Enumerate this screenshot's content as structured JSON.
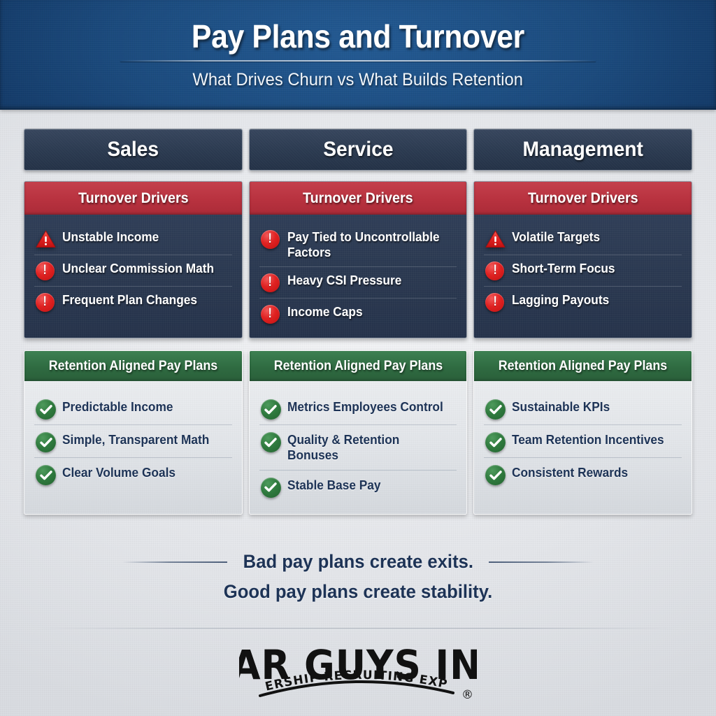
{
  "header": {
    "title": "Pay Plans and Turnover",
    "subtitle": "What Drives Churn vs What Builds Retention"
  },
  "colors": {
    "header_blue": "#1b4a7d",
    "column_header_navy": "#2b3a50",
    "turnover_red": "#b8323f",
    "turnover_body_navy": "#2a3850",
    "retention_green": "#2f6b41",
    "retention_body_gray": "#e3e6ea",
    "body_text_navy": "#1d3356",
    "warning_icon_red": "#e02222",
    "check_icon_green": "#2f7a3e"
  },
  "columns": [
    {
      "name": "Sales",
      "turnover": {
        "band_label": "Turnover Drivers",
        "items": [
          {
            "icon": "warning-triangle-icon",
            "label": "Unstable Income"
          },
          {
            "icon": "exclamation-circle-icon",
            "label": "Unclear Commission Math"
          },
          {
            "icon": "exclamation-circle-icon",
            "label": "Frequent Plan Changes"
          }
        ]
      },
      "retention": {
        "band_label": "Retention Aligned Pay Plans",
        "items": [
          {
            "icon": "check-circle-icon",
            "label": "Predictable Income"
          },
          {
            "icon": "check-circle-icon",
            "label": "Simple, Transparent Math"
          },
          {
            "icon": "check-circle-icon",
            "label": "Clear Volume Goals"
          }
        ]
      }
    },
    {
      "name": "Service",
      "turnover": {
        "band_label": "Turnover Drivers",
        "items": [
          {
            "icon": "exclamation-circle-icon",
            "label": "Pay Tied to Uncontrollable Factors"
          },
          {
            "icon": "exclamation-circle-icon",
            "label": "Heavy CSI Pressure"
          },
          {
            "icon": "exclamation-circle-icon",
            "label": "Income Caps"
          }
        ]
      },
      "retention": {
        "band_label": "Retention Aligned Pay Plans",
        "items": [
          {
            "icon": "check-circle-icon",
            "label": "Metrics Employees Control"
          },
          {
            "icon": "check-circle-icon",
            "label": "Quality & Retention Bonuses"
          },
          {
            "icon": "check-circle-icon",
            "label": "Stable Base Pay"
          }
        ]
      }
    },
    {
      "name": "Management",
      "turnover": {
        "band_label": "Turnover Drivers",
        "items": [
          {
            "icon": "warning-triangle-icon",
            "label": "Volatile Targets"
          },
          {
            "icon": "exclamation-circle-icon",
            "label": "Short-Term Focus"
          },
          {
            "icon": "exclamation-circle-icon",
            "label": "Lagging Payouts"
          }
        ]
      },
      "retention": {
        "band_label": "Retention Aligned Pay Plans",
        "items": [
          {
            "icon": "check-circle-icon",
            "label": "Sustainable KPIs"
          },
          {
            "icon": "check-circle-icon",
            "label": "Team Retention Incentives"
          },
          {
            "icon": "check-circle-icon",
            "label": "Consistent Rewards"
          }
        ]
      }
    }
  ],
  "tagline": {
    "line1": "Bad pay plans create exits.",
    "line2": "Good pay plans create stability."
  },
  "logo": {
    "name": "CAR GUYS INC",
    "tagline": "DEALERSHIP RECRUITING EXPERTS",
    "registered_mark": "®"
  }
}
